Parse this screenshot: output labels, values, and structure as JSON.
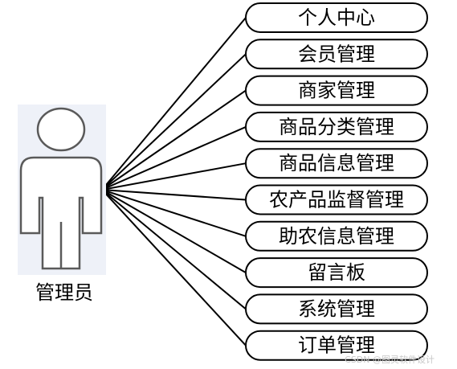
{
  "actor": {
    "label": "管理员",
    "icon": "person-icon"
  },
  "modules": [
    "个人中心",
    "会员管理",
    "商家管理",
    "商品分类管理",
    "商品信息管理",
    "农产品监督管理",
    "助农信息管理",
    "留言板",
    "系统管理",
    "订单管理"
  ],
  "watermark": "CSDN @图灵软件设计",
  "colors": {
    "stroke": "#000000",
    "actor_outline": "#5a5a5a",
    "actor_background": "#eef1f8",
    "background": "#ffffff"
  }
}
